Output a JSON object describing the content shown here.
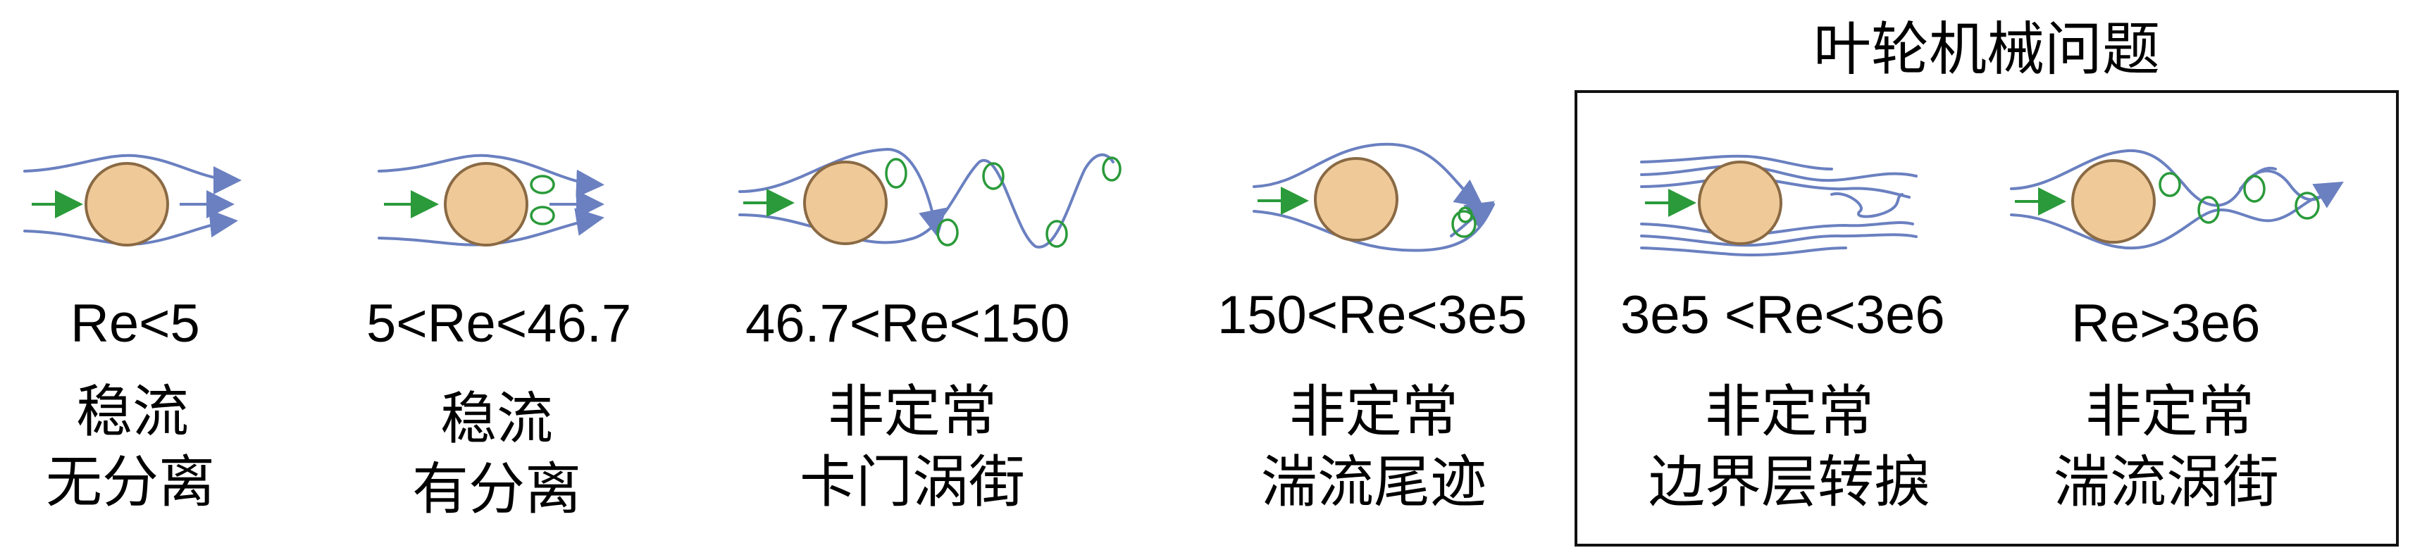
{
  "group_box": {
    "title": "叶轮机械问题"
  },
  "panels": [
    {
      "re": "Re<5",
      "line1": "稳流",
      "line2": "无分离"
    },
    {
      "re": "5<Re<46.7",
      "line1": "稳流",
      "line2": "有分离"
    },
    {
      "re": "46.7<Re<150",
      "line1": "非定常",
      "line2": "卡门涡街"
    },
    {
      "re": "150<Re<3e5",
      "line1": "非定常",
      "line2": "湍流尾迹"
    },
    {
      "re": "3e5 <Re<3e6",
      "line1": "非定常",
      "line2": "边界层转捩"
    },
    {
      "re": "Re>3e6",
      "line1": "非定常",
      "line2": "湍流涡街"
    }
  ],
  "colors": {
    "cylinder": "#efc998",
    "streamline": "#6a80c0",
    "vortex": "#2a9a3a",
    "frame": "#111111"
  }
}
